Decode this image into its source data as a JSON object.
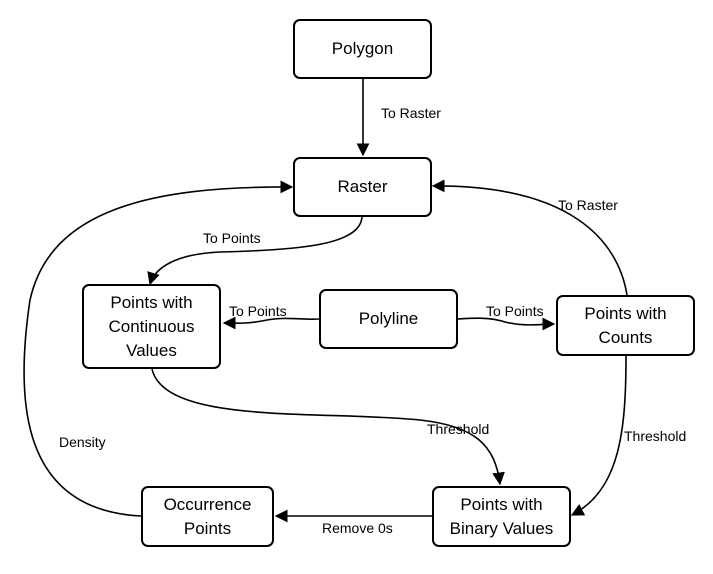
{
  "nodes": {
    "polygon": "Polygon",
    "raster": "Raster",
    "points_continuous": "Points with\nContinuous\nValues",
    "polyline": "Polyline",
    "points_counts": "Points with\nCounts",
    "occurrence_points": "Occurrence\nPoints",
    "points_binary": "Points with\nBinary Values"
  },
  "edges": {
    "polygon_to_raster": "To Raster",
    "counts_to_raster": "To Raster",
    "raster_to_continuous": "To Points",
    "polyline_to_continuous": "To Points",
    "polyline_to_counts": "To Points",
    "continuous_to_binary": "Threshold",
    "counts_to_binary": "Threshold",
    "occurrence_to_raster": "Density",
    "binary_to_occurrence": "Remove 0s"
  }
}
